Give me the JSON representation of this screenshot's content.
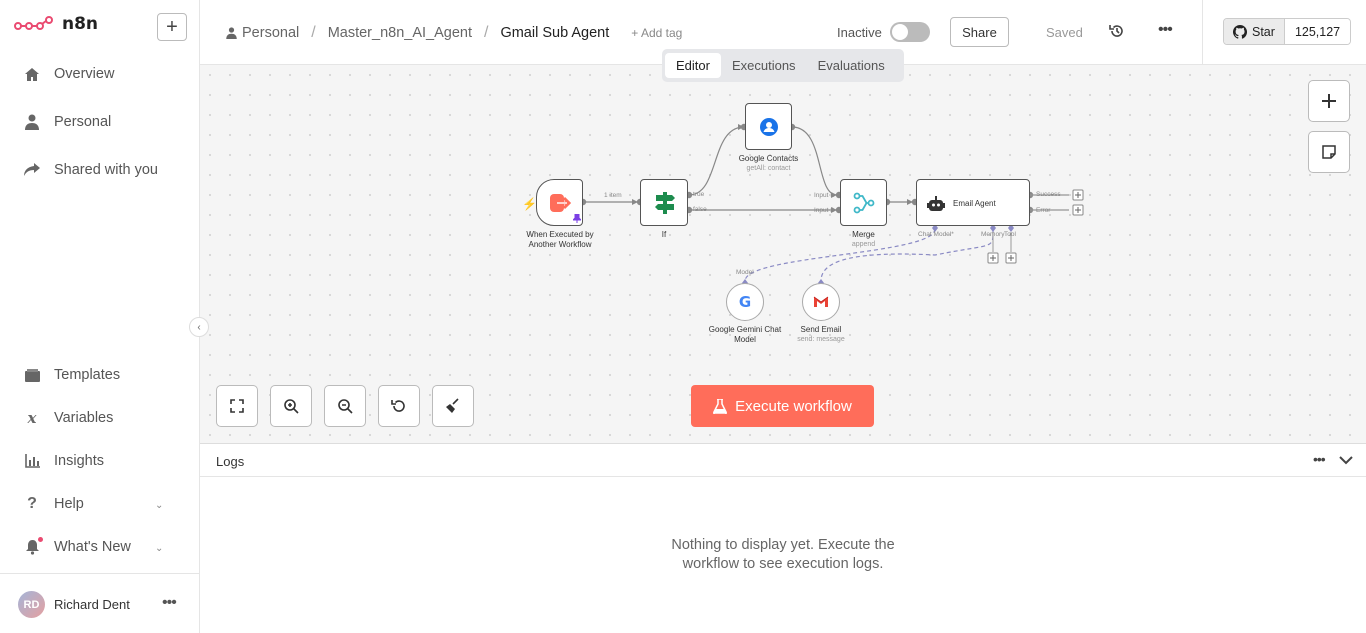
{
  "app": {
    "name": "n8n"
  },
  "sidebar": {
    "items": [
      {
        "label": "Overview",
        "icon": "home-icon"
      },
      {
        "label": "Personal",
        "icon": "user-icon"
      },
      {
        "label": "Shared with you",
        "icon": "share-icon"
      }
    ],
    "bottom_items": [
      {
        "label": "Templates",
        "icon": "box-icon"
      },
      {
        "label": "Variables",
        "icon": "variable-icon"
      },
      {
        "label": "Insights",
        "icon": "chart-icon"
      },
      {
        "label": "Help",
        "icon": "question-icon"
      },
      {
        "label": "What's New",
        "icon": "bell-icon"
      }
    ],
    "user": {
      "initials": "RD",
      "name": "Richard Dent"
    }
  },
  "header": {
    "breadcrumbs": [
      "Personal",
      "Master_n8n_AI_Agent",
      "Gmail Sub Agent"
    ],
    "add_tag": "+ Add tag",
    "status": "Inactive",
    "share": "Share",
    "saved": "Saved",
    "github": {
      "star": "Star",
      "count": "125,127"
    }
  },
  "tabs": [
    "Editor",
    "Executions",
    "Evaluations"
  ],
  "active_tab": "Editor",
  "workflow": {
    "nodes": {
      "trigger": "When Executed by Another Workflow",
      "if": "If",
      "contacts": "Google Contacts",
      "contacts_sub": "getAll: contact",
      "merge": "Merge",
      "merge_sub": "append",
      "agent": "Email Agent",
      "gemini": "Google Gemini Chat Model",
      "gmail": "Send Email",
      "gmail_sub": "send: message"
    },
    "labels": {
      "one_item": "1 item",
      "true": "true",
      "false": "false",
      "input1": "Input 1",
      "input2": "Input 2",
      "success": "Success",
      "error": "Error",
      "chat_model": "Chat Model*",
      "memory": "Memory",
      "tool": "Tool",
      "model": "Model"
    }
  },
  "execute_button": "Execute workflow",
  "logs": {
    "title": "Logs",
    "empty": "Nothing to display yet. Execute the workflow to see execution logs."
  },
  "colors": {
    "accent": "#ff6d5a",
    "brand": "#ea4b71"
  }
}
